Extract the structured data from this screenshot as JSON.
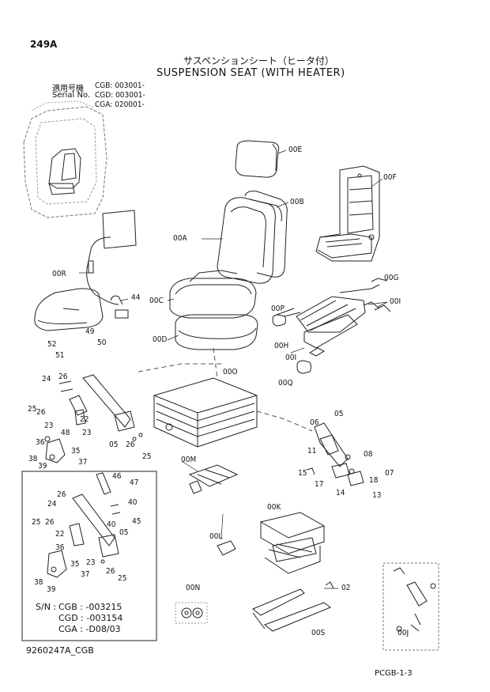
{
  "page_code": "249A",
  "title_jp": "サスペンションシート（ヒータ付）",
  "title_en": "SUSPENSION SEAT (WITH HEATER)",
  "serial": {
    "label_jp": "適用号機",
    "label_en": "Serial No.",
    "lines": [
      "CGB: 003001-",
      "CGD: 003001-",
      "CGA: 020001-"
    ]
  },
  "parts": {
    "p00E": "00E",
    "p00F": "00F",
    "p00B": "00B",
    "p00A": "00A",
    "p00R": "00R",
    "p00G": "00G",
    "p44": "44",
    "p00C": "00C",
    "p00P": "00P",
    "p00I_a": "00I",
    "p00D": "00D",
    "p49": "49",
    "p52": "52",
    "p50": "50",
    "p51": "51",
    "p00H": "00H",
    "p00I_b": "00I",
    "p00O": "00O",
    "p00Q": "00Q",
    "p24": "24",
    "p26": "26",
    "p25": "25",
    "p26b": "26",
    "p23": "23",
    "p48": "48",
    "p22": "22",
    "p23b": "23",
    "p36": "36",
    "p35": "35",
    "p38": "38",
    "p39": "39",
    "p37": "37",
    "p05": "05",
    "p26c": "26",
    "p25b": "25",
    "p06": "06",
    "p05b": "05",
    "p11": "11",
    "p08": "08",
    "p07": "07",
    "p15": "15",
    "p17": "17",
    "p18": "18",
    "p14": "14",
    "p13": "13",
    "p00M": "00M",
    "p00K": "00K",
    "p00L": "00L",
    "p00N": "00N",
    "p02": "02",
    "p00S": "00S",
    "p00J": "00J",
    "i46": "46",
    "i47": "47",
    "i24": "24",
    "i26": "26",
    "i40": "40",
    "i25": "25",
    "i26b": "26",
    "i40b": "40",
    "i45": "45",
    "i22": "22",
    "i05": "05",
    "i36": "36",
    "i35": "35",
    "i23": "23",
    "i38": "38",
    "i39": "39",
    "i37": "37",
    "i26c": "26",
    "i25b": "25"
  },
  "sn_note": {
    "label": "S/N :",
    "lines": [
      "CGB : -003215",
      "CGD : -003154",
      "CGA : -D08/03"
    ]
  },
  "footer": {
    "left": "9260247A_CGB",
    "right": "PCGB-1-3"
  }
}
